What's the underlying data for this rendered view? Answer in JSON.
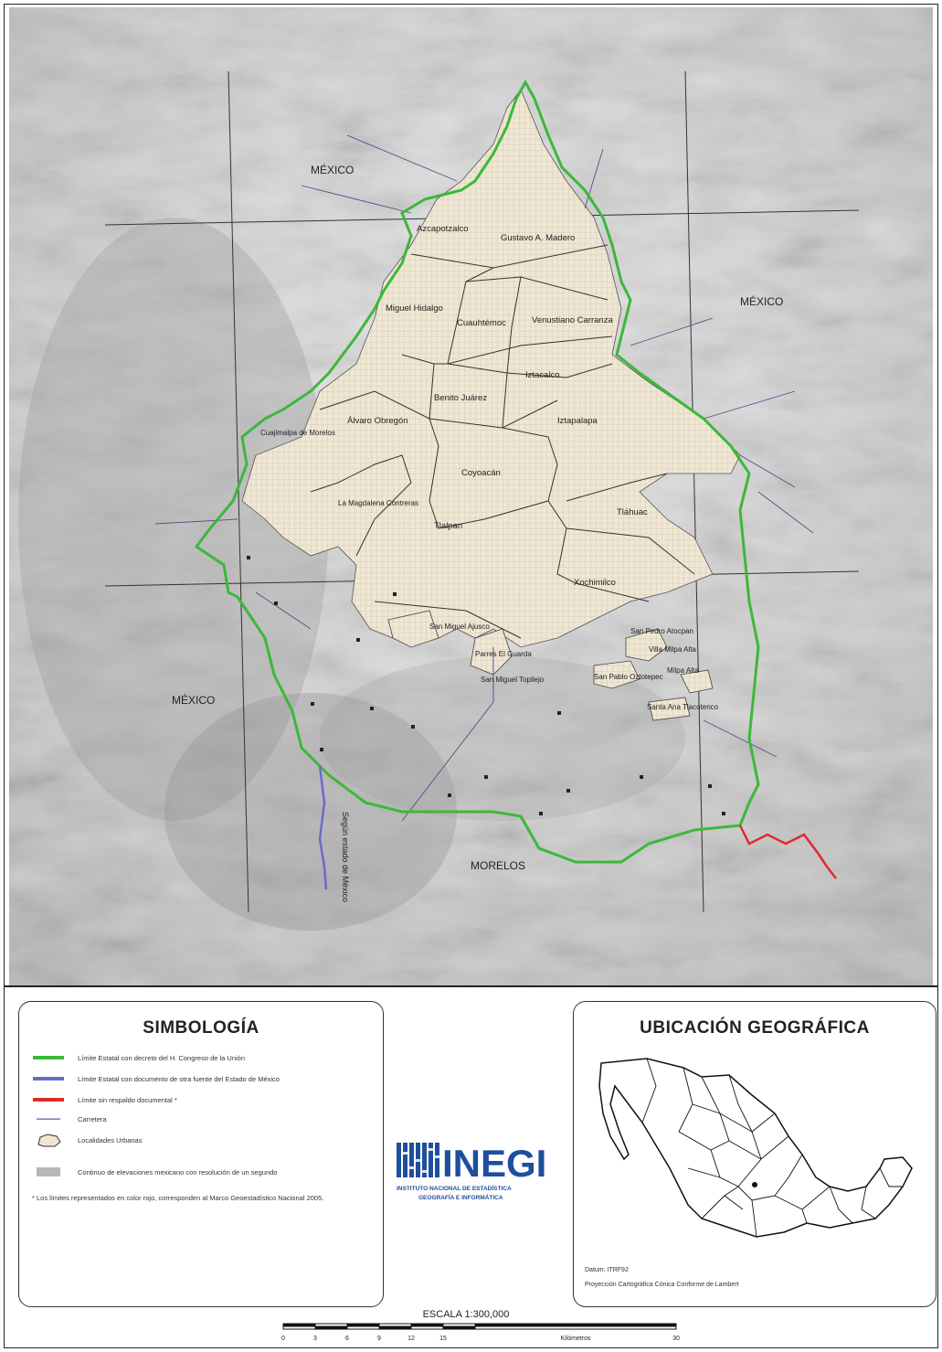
{
  "map": {
    "state_labels": [
      "MÉXICO",
      "MÉXICO",
      "MÉXICO",
      "MORELOS"
    ],
    "boroughs": [
      "Azcapotzalco",
      "Gustavo A. Madero",
      "Miguel Hidalgo",
      "Cuauhtémoc",
      "Venustiano Carranza",
      "Iztacalco",
      "Benito Juárez",
      "Álvaro Obregón",
      "Iztapalapa",
      "Cuajimalpa de Morelos",
      "Coyoacán",
      "La Magdalena Contreras",
      "Tlalpan",
      "Tláhuac",
      "Xochimilco",
      "Milpa Alta"
    ],
    "localities": [
      "San Miguel Ajusco",
      "Parres El Guarda",
      "San Pedro Atocpan",
      "Villa Milpa Alta",
      "San Pablo Oztotepec",
      "Santa Ana Tlacotenco",
      "San Miguel Topilejo"
    ],
    "vertical_text": "Según estado de México"
  },
  "simbologia": {
    "title": "SIMBOLOGÍA",
    "items": [
      {
        "label": "Límite Estatal con decreto del H. Congreso de la Unión",
        "color": "#3cb83a",
        "kind": "thick-line"
      },
      {
        "label": "Límite Estatal con documento de otra fuente del Estado de México",
        "color": "#6a6acc",
        "kind": "thick-line"
      },
      {
        "label": "Límite sin respaldo documental *",
        "color": "#e02a2a",
        "kind": "thick-line"
      },
      {
        "label": "Carretera",
        "color": "#7a5aa8",
        "kind": "thin-line"
      },
      {
        "label": "Localidades Urbanas",
        "kind": "urban"
      },
      {
        "label": "Continuo de elevaciones mexicano con resolución de un segundo",
        "kind": "relief"
      }
    ],
    "note": "* Los límites representados en color rojo, corresponden al Marco Geoestadístico Nacional 2005."
  },
  "ubicacion": {
    "title": "UBICACIÓN GEOGRÁFICA",
    "datum": "Datum: ITRF92",
    "projection": "Proyección Cartográfica Cónica Conforme de Lambert"
  },
  "logo": {
    "name": "INEGI",
    "line1": "INSTITUTO NACIONAL DE ESTADÍSTICA",
    "line2": "GEOGRAFÍA E INFORMÁTICA"
  },
  "scale": {
    "label": "ESCALA 1:300,000",
    "ticks": [
      "0",
      "3",
      "6",
      "9",
      "12",
      "15",
      "30"
    ],
    "unit": "Kilómetros"
  }
}
